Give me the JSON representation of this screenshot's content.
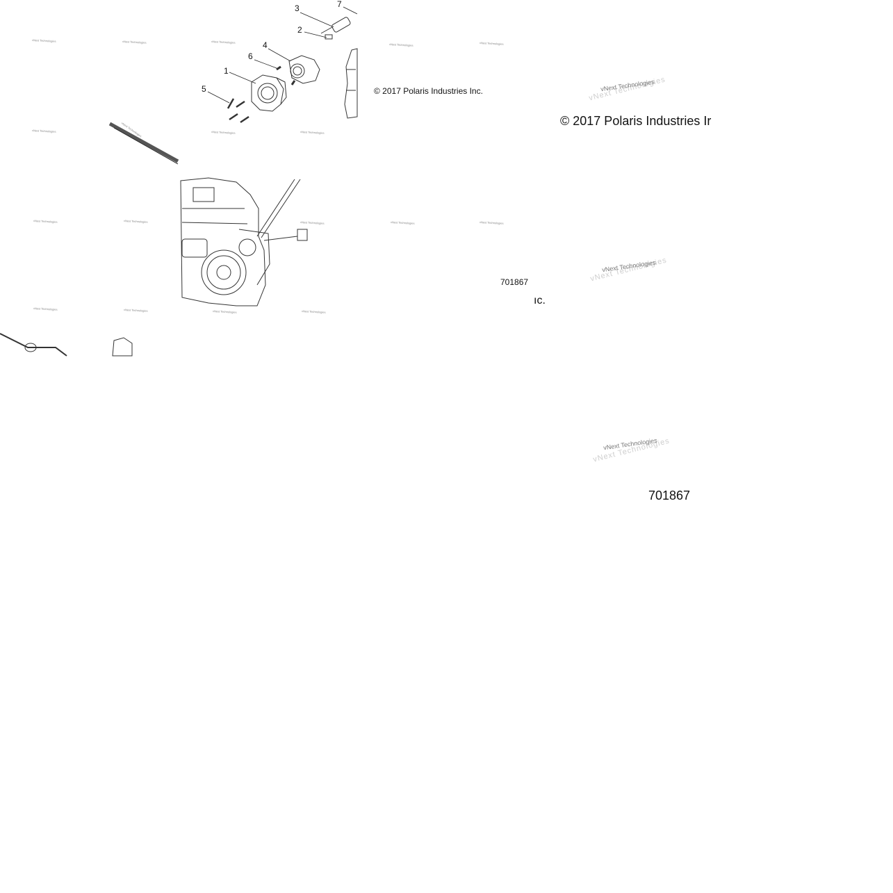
{
  "diagram": {
    "callouts": [
      {
        "id": "c3",
        "text": "3"
      },
      {
        "id": "c7",
        "text": "7"
      },
      {
        "id": "c2",
        "text": "2"
      },
      {
        "id": "c4",
        "text": "4"
      },
      {
        "id": "c6",
        "text": "6"
      },
      {
        "id": "c1",
        "text": "1"
      },
      {
        "id": "c5",
        "text": "5"
      }
    ],
    "copyright_small": "© 2017 Polaris Industries Inc.",
    "copyright_large": "© 2017 Polaris Industries Ir",
    "fragment": "ıc.",
    "figure_small": "701867",
    "figure_large": "701867",
    "watermark": "vNext Technologies"
  }
}
